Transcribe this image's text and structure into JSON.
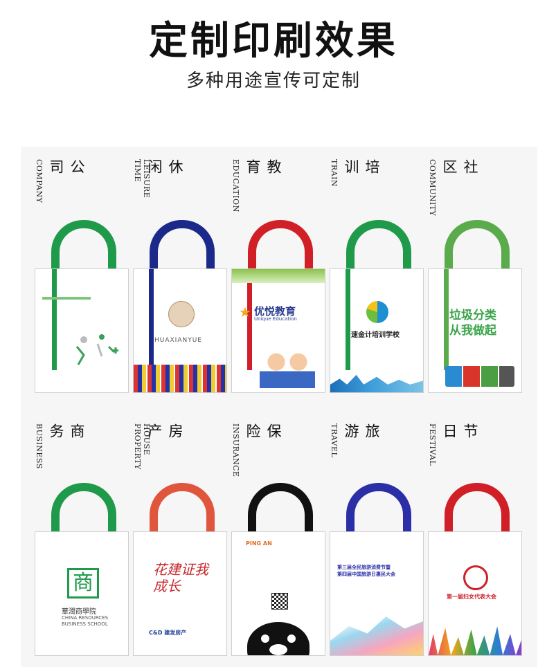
{
  "header": {
    "title": "定制印刷效果",
    "subtitle": "多种用途宣传可定制"
  },
  "colors": {
    "green": "#1f9a4a",
    "navy": "#1b2a8a",
    "red": "#d01f26",
    "light_green": "#5aab4c",
    "coral": "#e0563d",
    "black": "#111111",
    "royal_blue": "#2c2ea8"
  },
  "categories": [
    {
      "zh": "公司",
      "en": "COMPANY",
      "handle": "green"
    },
    {
      "zh": "休闲",
      "en": "LEISURE TIME",
      "handle": "navy"
    },
    {
      "zh": "教育",
      "en": "EDUCATION",
      "handle": "red"
    },
    {
      "zh": "培训",
      "en": "TRAIN",
      "handle": "green"
    },
    {
      "zh": "社区",
      "en": "COMMUNITY",
      "handle": "light_green"
    },
    {
      "zh": "商务",
      "en": "BUSINESS",
      "handle": "green"
    },
    {
      "zh": "房产",
      "en": "HOUSE PROPERTY",
      "handle": "coral"
    },
    {
      "zh": "保险",
      "en": "INSURANCE",
      "handle": "black"
    },
    {
      "zh": "旅游",
      "en": "TRAVEL",
      "handle": "royal_blue"
    },
    {
      "zh": "节日",
      "en": "FESTIVAL",
      "handle": "red"
    }
  ],
  "bags": {
    "leisure": {
      "brand": "HUAXIANYUE"
    },
    "education": {
      "name": "优悦教育",
      "sub": "Unique Education"
    },
    "train": {
      "name": "速金计培训学校"
    },
    "community": {
      "line1": "垃圾分类",
      "line2": "从我做起"
    },
    "business": {
      "mark": "商",
      "name": "華潤商學院",
      "en1": "CHINA RESOURCES",
      "en2": "BUSINESS SCHOOL"
    },
    "property": {
      "slogan": "花建证我成长",
      "brand": "C&D 建发房产"
    },
    "insurance": {
      "brand": "PING AN"
    },
    "travel": {
      "line1": "第三届全民旅游消费节暨",
      "line2": "第四届中国旅游日惠民大会"
    },
    "festival": {
      "text": "第一届妇女代表大会"
    }
  }
}
